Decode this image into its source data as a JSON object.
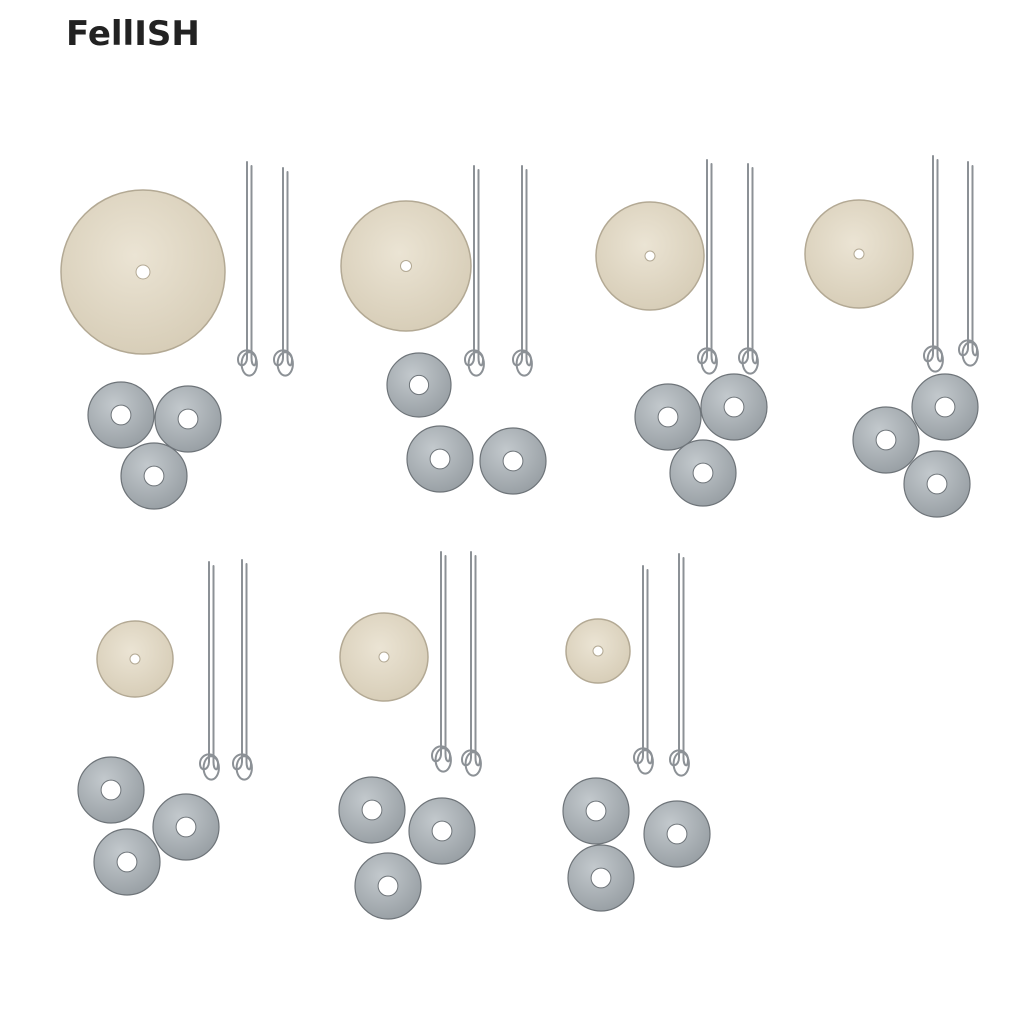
{
  "brand": {
    "logo_text": "FellISH"
  },
  "colors": {
    "background": "#ffffff",
    "wood": "#e2d9c6",
    "wood_edge": "#b3a994",
    "metal": "#a8afb4",
    "metal_edge": "#6e7479",
    "pin": "#8c9196"
  },
  "product": {
    "kit_count": 7,
    "items_per_kit": {
      "wood_discs": 1,
      "metal_washers": 3,
      "cotter_pins": 2
    }
  }
}
